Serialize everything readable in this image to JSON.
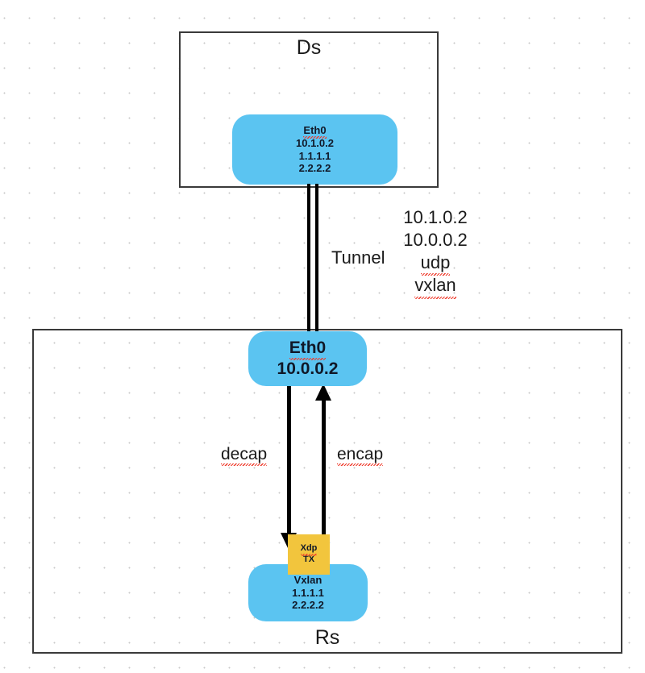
{
  "diagram": {
    "title_ds": "Ds",
    "title_rs": "Rs",
    "colors": {
      "node_blue": "#5BC4F1",
      "xdp_yellow": "#F2C53D",
      "line_black": "#000000",
      "box_border": "#3A3A3A",
      "spellcheck_red": "#EF3B2C",
      "grid_dot": "#C8C8C8"
    }
  },
  "ds_host": {
    "label": "Ds",
    "eth0": {
      "name": "Eth0",
      "addresses": [
        "10.1.0.2",
        "1.1.1.1",
        "2.2.2.2"
      ]
    }
  },
  "tunnel": {
    "label": "Tunnel",
    "attributes": [
      "10.1.0.2",
      "10.0.0.2",
      "udp",
      "vxlan"
    ]
  },
  "rs_host": {
    "label": "Rs",
    "eth0": {
      "name": "Eth0",
      "addresses": [
        "10.0.0.2"
      ]
    },
    "xdp": {
      "line1": "Xdp",
      "line2": "TX"
    },
    "vxlan": {
      "name": "Vxlan",
      "addresses": [
        "1.1.1.1",
        "2.2.2.2"
      ]
    },
    "flows": {
      "decap": "decap",
      "encap": "encap"
    }
  }
}
